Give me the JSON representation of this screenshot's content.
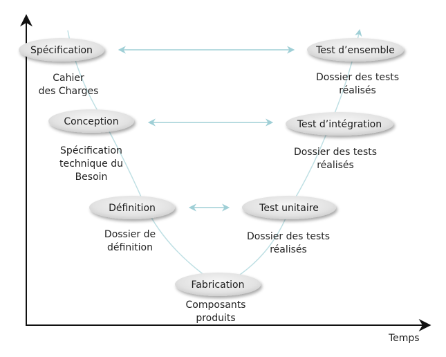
{
  "axis": {
    "x_label": "Temps"
  },
  "nodes": [
    {
      "id": "specification",
      "label": "Spécification",
      "doc": "Cahier\ndes Charges"
    },
    {
      "id": "conception",
      "label": "Conception",
      "doc": "Spécification\ntechnique du\nBesoin"
    },
    {
      "id": "definition",
      "label": "Définition",
      "doc": "Dossier de\ndéfinition"
    },
    {
      "id": "fabrication",
      "label": "Fabrication",
      "doc": "Composants\nproduits"
    },
    {
      "id": "test-unitaire",
      "label": "Test unitaire",
      "doc": "Dossier des tests\nréalisés"
    },
    {
      "id": "test-integration",
      "label": "Test d’intégration",
      "doc": "Dossier des tests\nréalisés"
    },
    {
      "id": "test-ensemble",
      "label": "Test d’ensemble",
      "doc": "Dossier des tests\nréalisés"
    }
  ],
  "links": [
    {
      "from": "specification",
      "to": "test-ensemble"
    },
    {
      "from": "conception",
      "to": "test-integration"
    },
    {
      "from": "definition",
      "to": "test-unitaire"
    }
  ],
  "colors": {
    "ellipse_fill": "#e4e4e4",
    "arrow": "#9fcfd6",
    "v_line": "#bfe0e4",
    "axis": "#111111"
  }
}
